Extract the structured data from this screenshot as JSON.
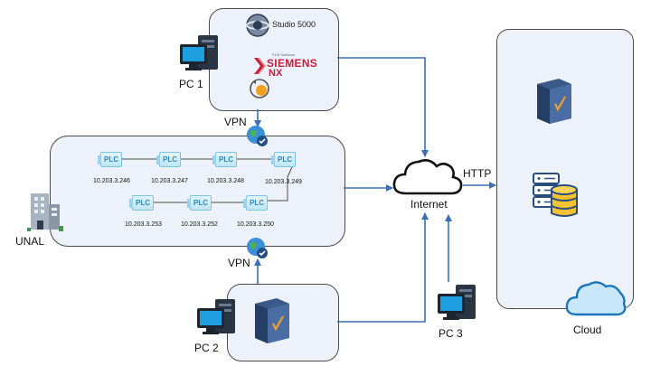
{
  "software": {
    "studio": "Studio 5000",
    "siemens_small": "PLM Software",
    "siemens_main": "SIEMENS",
    "nx": "NX"
  },
  "labels": {
    "pc1": "PC 1",
    "pc2": "PC 2",
    "pc3": "PC 3",
    "vpn_top": "VPN",
    "vpn_bottom": "VPN",
    "internet": "Internet",
    "http": "HTTP",
    "unal": "UNAL",
    "cloud": "Cloud"
  },
  "plcs": [
    {
      "text": "PLC",
      "ip": "10.203.3.246"
    },
    {
      "text": "PLC",
      "ip": "10.203.3.247"
    },
    {
      "text": "PLC",
      "ip": "10.203.3.248"
    },
    {
      "text": "PLC",
      "ip": "10.203.3.249"
    },
    {
      "text": "PLC",
      "ip": "10.203.3.253"
    },
    {
      "text": "PLC",
      "ip": "10.203.3.252"
    },
    {
      "text": "PLC",
      "ip": "10.203.3.250"
    }
  ],
  "colors": {
    "arrow": "#3b6fb6",
    "box_fill": "#edf2fa",
    "server": "#2b4d7e",
    "check": "#f0a030"
  }
}
